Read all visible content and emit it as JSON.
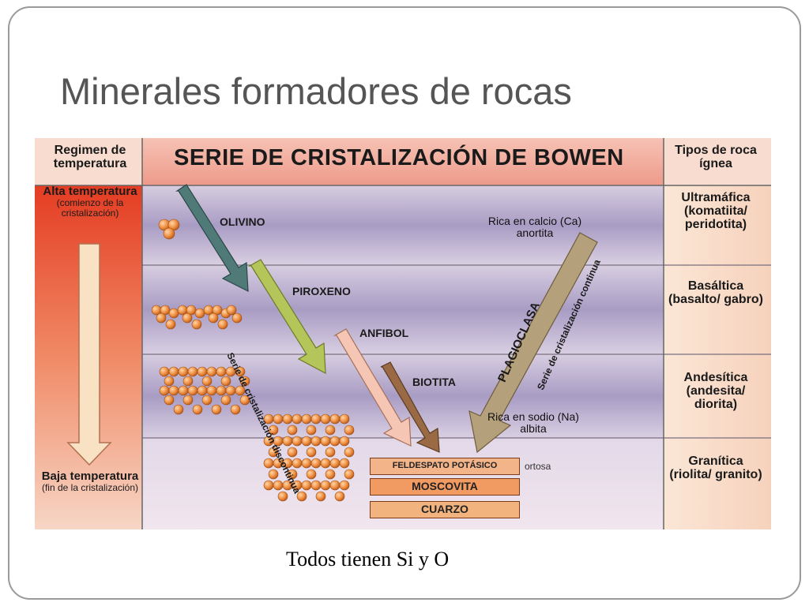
{
  "slide": {
    "title": "Minerales formadores de rocas",
    "caption": "Todos tienen Si y O"
  },
  "diagram": {
    "header_left": "Regimen de temperatura",
    "header_main": "SERIE DE CRISTALIZACIÓN DE BOWEN",
    "header_right": "Tipos de roca ígnea",
    "high_temp": {
      "label": "Alta temperatura",
      "sub": "(comienzo de la cristalización)"
    },
    "low_temp": {
      "label": "Baja temperatura",
      "sub": "(fin de la cristalización)"
    },
    "minerals": {
      "olivino": "OLIVINO",
      "piroxeno": "PIROXENO",
      "anfibol": "ANFIBOL",
      "biotita": "BIOTITA"
    },
    "discontinuous_series": "Serie de cristalización discontinua",
    "continuous_series": "Serie de cristalización continua",
    "plagioclasa": "PLAGIOCLASA",
    "calcium_rich": "Rica en calcio (Ca) anortita",
    "sodium_rich": "Rica en sodio (Na) albita",
    "final_minerals": [
      "FELDESPATO POTÁSICO",
      "MOSCOVITA",
      "CUARZO"
    ],
    "ortosa": "ortosa",
    "rock_types": [
      {
        "name": "Ultramáfica",
        "examples": "(komatiita/ peridotita)"
      },
      {
        "name": "Basáltica",
        "examples": "(basalto/ gabro)"
      },
      {
        "name": "Andesítica",
        "examples": "(andesita/ diorita)"
      },
      {
        "name": "Granítica",
        "examples": "(riolita/ granito)"
      }
    ],
    "colors": {
      "left_gradient_top": "#e8432a",
      "left_gradient_bottom": "#f6d4c2",
      "band_purple": "#b0a6c8",
      "header_bg": "#f0a898",
      "right_column": "#f8dcc8",
      "arrow_olivino": "#4f7a78",
      "arrow_piroxeno": "#b4c65a",
      "arrow_anfibol": "#f6c6b4",
      "arrow_biotita": "#9a6a44",
      "arrow_plagioclasa": "#b4a07a",
      "atom_orange": "#e9893c"
    }
  }
}
